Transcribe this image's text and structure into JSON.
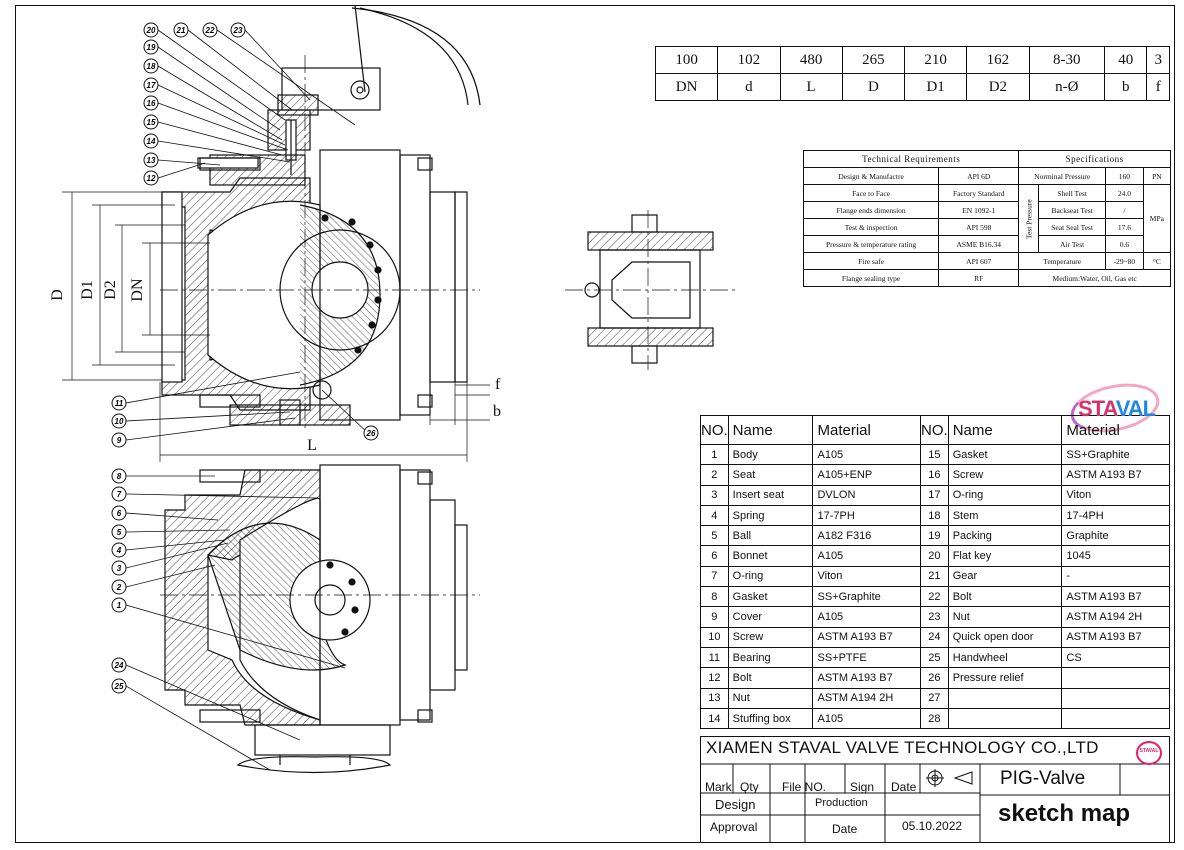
{
  "dimensions_table": {
    "values": [
      "100",
      "102",
      "480",
      "265",
      "210",
      "162",
      "8-30",
      "40",
      "3"
    ],
    "symbols": [
      "DN",
      "d",
      "L",
      "D",
      "D1",
      "D2",
      "n-Ø",
      "b",
      "f"
    ]
  },
  "technical_requirements": {
    "header_left": "Technical Requirements",
    "header_right": "Specifications",
    "rows": [
      {
        "item": "Design & Manufactre",
        "value": "API 6D"
      },
      {
        "item": "Face to Face",
        "value": "Factory Standard"
      },
      {
        "item": "Flange ends dimension",
        "value": "EN 1092-1"
      },
      {
        "item": "Test & inspection",
        "value": "API 598"
      },
      {
        "item": "Pressure & temperature rating",
        "value": "ASME B16.34"
      },
      {
        "item": "Fire safe",
        "value": "API 607"
      },
      {
        "item": "Flange sealing type",
        "value": "RF"
      }
    ],
    "spec": {
      "nominal_pressure_label": "Norminal Pressure",
      "nominal_pressure_value": "160",
      "pn": "PN",
      "test_pressure_label": "Test Pressure",
      "shell_label": "Shell Test",
      "shell_value": "24.0",
      "backseat_label": "Backseat Test",
      "backseat_value": "/",
      "seat_label": "Seat Seal Test",
      "seat_value": "17.6",
      "air_label": "Air Test",
      "air_value": "0.6",
      "mpa": "MPa",
      "temperature_label": "Temperature",
      "temperature_value": "-29~80",
      "temperature_unit": "°C",
      "medium": "Medium:Water, Oil, Gas etc"
    }
  },
  "bom": {
    "headers": [
      "NO.",
      "Name",
      "Material",
      "NO.",
      "Name",
      "Material"
    ],
    "rows": [
      [
        "1",
        "Body",
        "A105",
        "15",
        "Gasket",
        "SS+Graphite"
      ],
      [
        "2",
        "Seat",
        "A105+ENP",
        "16",
        "Screw",
        "ASTM A193 B7"
      ],
      [
        "3",
        "Insert seat",
        "DVLON",
        "17",
        "O-ring",
        "Viton"
      ],
      [
        "4",
        "Spring",
        "17-7PH",
        "18",
        "Stem",
        "17-4PH"
      ],
      [
        "5",
        "Ball",
        "A182 F316",
        "19",
        "Packing",
        "Graphite"
      ],
      [
        "6",
        "Bonnet",
        "A105",
        "20",
        "Flat key",
        "1045"
      ],
      [
        "7",
        "O-ring",
        "Viton",
        "21",
        "Gear",
        "-"
      ],
      [
        "8",
        "Gasket",
        "SS+Graphite",
        "22",
        "Bolt",
        "ASTM A193 B7"
      ],
      [
        "9",
        "Cover",
        "A105",
        "23",
        "Nut",
        "ASTM A194 2H"
      ],
      [
        "10",
        "Screw",
        "ASTM A193 B7",
        "24",
        "Quick open door",
        "ASTM A193 B7"
      ],
      [
        "11",
        "Bearing",
        "SS+PTFE",
        "25",
        "Handwheel",
        "CS"
      ],
      [
        "12",
        "Bolt",
        "ASTM A193 B7",
        "26",
        "Pressure relief",
        ""
      ],
      [
        "13",
        "Nut",
        "ASTM A194 2H",
        "27",
        "",
        ""
      ],
      [
        "14",
        "Stuffing box",
        "A105",
        "28",
        "",
        ""
      ]
    ]
  },
  "title_block": {
    "company": "XIAMEN STAVAL VALVE TECHNOLOGY CO.,LTD",
    "mark": "Mark",
    "qty": "Qty",
    "file_no": "File NO.",
    "sign": "Sign",
    "date": "Date",
    "product": "PIG-Valve",
    "design": "Design",
    "production": "Production",
    "approval": "Approval",
    "date2": "Date",
    "date_value": "05.10.2022",
    "drawing_type": "sketch map"
  },
  "logo": {
    "text_a": "STA",
    "text_b": "VAL",
    "mini": "STAVAL"
  },
  "drawing_labels": {
    "balloons": [
      "20",
      "21",
      "22",
      "23",
      "19",
      "18",
      "17",
      "16",
      "15",
      "14",
      "13",
      "12",
      "11",
      "10",
      "9",
      "26",
      "8",
      "7",
      "6",
      "5",
      "4",
      "3",
      "2",
      "1",
      "24",
      "25"
    ],
    "dims": {
      "D": "D",
      "D1": "D1",
      "D2": "D2",
      "DN": "DN",
      "L": "L",
      "f": "f",
      "b": "b"
    }
  }
}
